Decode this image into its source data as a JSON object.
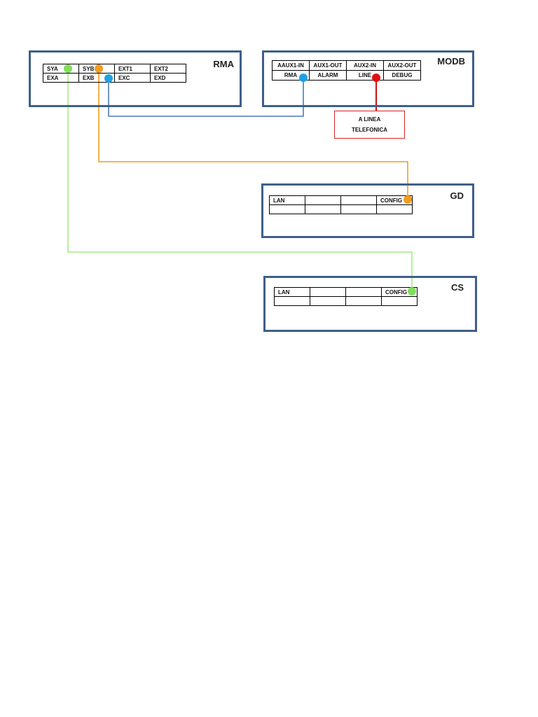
{
  "devices": {
    "rma": {
      "title": "RMA",
      "row1": [
        "SYA",
        "SYB",
        "EXT1",
        "EXT2"
      ],
      "row2": [
        "EXA",
        "EXB",
        "EXC",
        "EXD"
      ]
    },
    "modb": {
      "title": "MODB",
      "row1": [
        "AAUX1-IN",
        "AUX1-OUT",
        "AUX2-IN",
        "AUX2-OUT"
      ],
      "row2": [
        "RMA",
        "ALARM",
        "LINE",
        "DEBUG"
      ]
    },
    "gd": {
      "title": "GD",
      "row1": [
        "LAN",
        "",
        "",
        "CONFIG"
      ],
      "row2": [
        "",
        "",
        "",
        ""
      ]
    },
    "cs": {
      "title": "CS",
      "row1": [
        "LAN",
        "",
        "",
        "CONFIG"
      ],
      "row2": [
        "",
        "",
        "",
        ""
      ]
    }
  },
  "note": {
    "line1": "A LINEA",
    "line2": "TELEFONICA"
  },
  "connections": [
    {
      "from": "RMA SYA",
      "to": "CS CONFIG",
      "color": "#7de05a"
    },
    {
      "from": "RMA SYB",
      "to": "GD CONFIG",
      "color": "#f39c1e"
    },
    {
      "from": "RMA EXB",
      "to": "MODB RMA",
      "color": "#1aa3e8"
    },
    {
      "from": "MODB LINE",
      "to": "A LINEA TELEFONICA",
      "color": "#e01010"
    }
  ],
  "colors": {
    "box_border": "#3f5f8a",
    "green": "#7de05a",
    "orange": "#f39c1e",
    "blue": "#1aa3e8",
    "blue_wire": "#4a7ab8",
    "red": "#e01010"
  }
}
